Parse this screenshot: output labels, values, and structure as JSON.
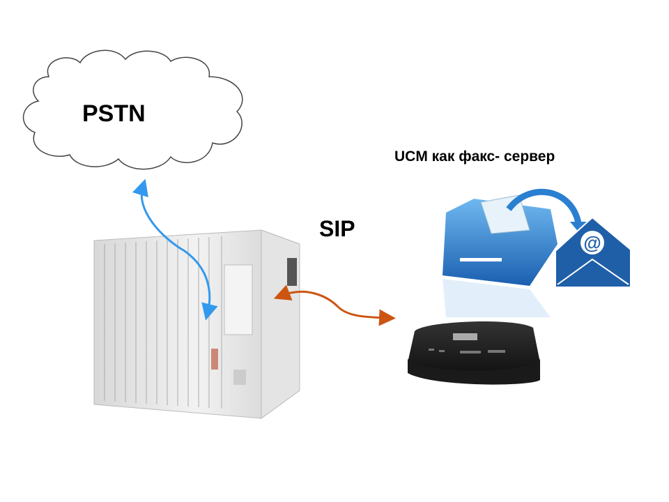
{
  "labels": {
    "pstn": "PSTN",
    "sip": "SIP",
    "ucm_fax_server": "UCM как факс- сервер"
  },
  "colors": {
    "pstn_link": "#3399ee",
    "sip_link": "#cc5511",
    "printer": "#2a7fd0",
    "envelope": "#1f5fa8"
  },
  "icons": [
    "cloud-icon",
    "pbx-rack-image",
    "printer-icon",
    "email-envelope-icon",
    "ucm-device-image"
  ]
}
